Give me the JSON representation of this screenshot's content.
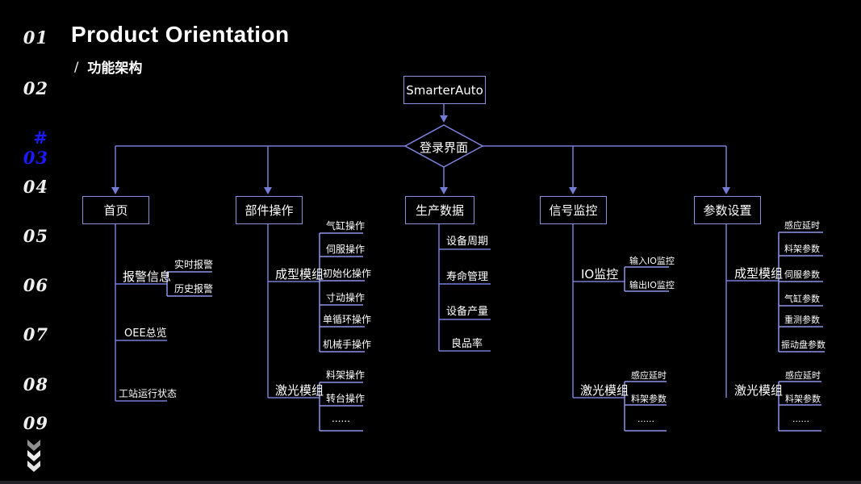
{
  "header": {
    "title": "Product Orientation",
    "subtitle_slash": "/",
    "subtitle": "功能架构"
  },
  "sidebar": {
    "items": [
      {
        "label": "01",
        "active": false
      },
      {
        "label": "02",
        "active": false
      },
      {
        "label": "# 03",
        "active": true
      },
      {
        "label": "04",
        "active": false
      },
      {
        "label": "05",
        "active": false
      },
      {
        "label": "06",
        "active": false
      },
      {
        "label": "07",
        "active": false
      },
      {
        "label": "08",
        "active": false
      },
      {
        "label": "09",
        "active": false
      }
    ],
    "more_icon": "chevrons-down-icon"
  },
  "tree": {
    "root": "SmarterAuto",
    "gateway": "登录界面",
    "branches": [
      {
        "title": "首页",
        "sections": [
          {
            "label": "报警信息",
            "children": [
              "实时报警",
              "历史报警"
            ]
          },
          {
            "label": "OEE总览",
            "children": []
          },
          {
            "label": "工站运行状态",
            "children": []
          }
        ]
      },
      {
        "title": "部件操作",
        "sections": [
          {
            "label": "成型模组",
            "children": [
              "气缸操作",
              "伺服操作",
              "初始化操作",
              "寸动操作",
              "单循环操作",
              "机械手操作"
            ]
          },
          {
            "label": "激光模组",
            "children": [
              "料架操作",
              "转台操作",
              "......"
            ]
          }
        ]
      },
      {
        "title": "生产数据",
        "sections": [
          {
            "label": "设备周期",
            "children": []
          },
          {
            "label": "寿命管理",
            "children": []
          },
          {
            "label": "设备产量",
            "children": []
          },
          {
            "label": "良品率",
            "children": []
          }
        ]
      },
      {
        "title": "信号监控",
        "sections": [
          {
            "label": "IO监控",
            "children": [
              "输入IO监控",
              "输出IO监控"
            ]
          },
          {
            "label": "激光模组",
            "children": [
              "感应延时",
              "料架参数",
              "......"
            ]
          }
        ]
      },
      {
        "title": "参数设置",
        "sections": [
          {
            "label": "成型模组",
            "children": [
              "感应延时",
              "料架参数",
              "伺服参数",
              "气缸参数",
              "重测参数",
              "振动盘参数"
            ]
          },
          {
            "label": "激光模组",
            "children": [
              "感应延时",
              "料架参数",
              "......"
            ]
          }
        ]
      }
    ]
  },
  "colors": {
    "accent_blue": "#1a1aff",
    "line": "#767cd6",
    "line_sub": "#8d94e8",
    "text": "#ffffff",
    "background": "#000000"
  }
}
